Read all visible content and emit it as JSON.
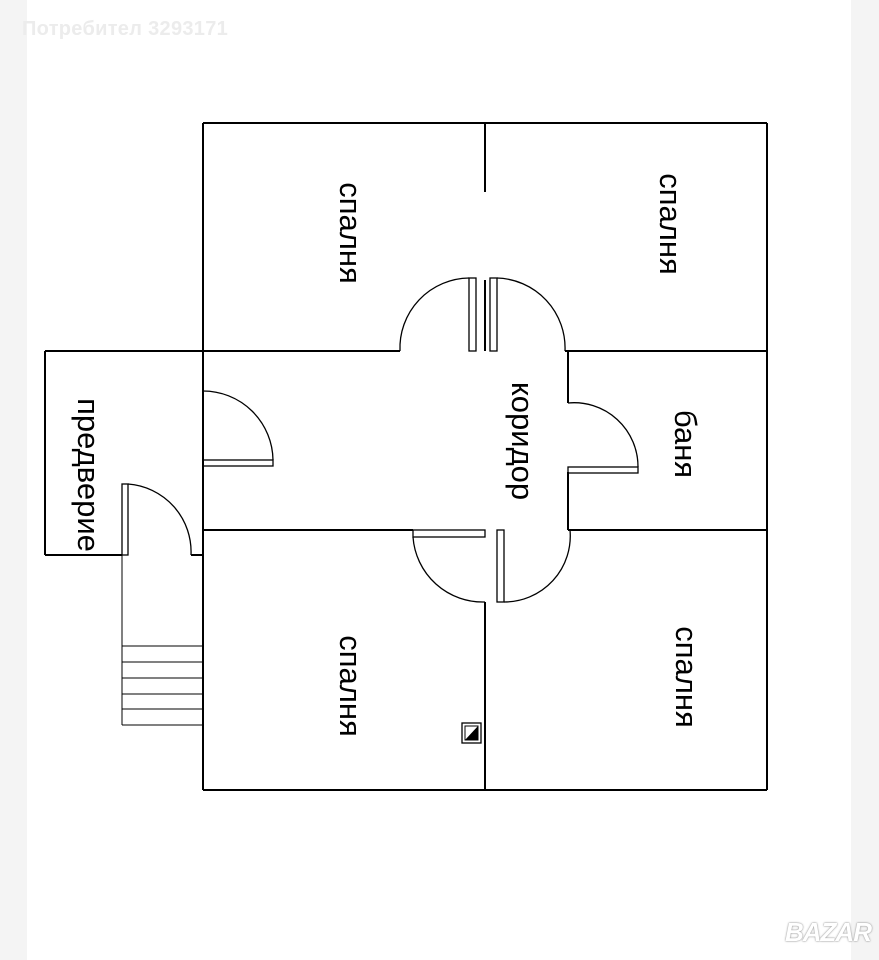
{
  "watermark": "Потребител 3293171",
  "logo": "BAZAR",
  "rooms": {
    "bedroom_top_left": "спалня",
    "bedroom_top_right": "спалня",
    "bathroom": "баня",
    "corridor": "коридор",
    "vestibule": "предверие",
    "bedroom_bottom_left": "спалня",
    "bedroom_bottom_right": "спалня"
  },
  "colors": {
    "line": "#000000",
    "background": "#ffffff",
    "margin": "#f4f4f4"
  }
}
